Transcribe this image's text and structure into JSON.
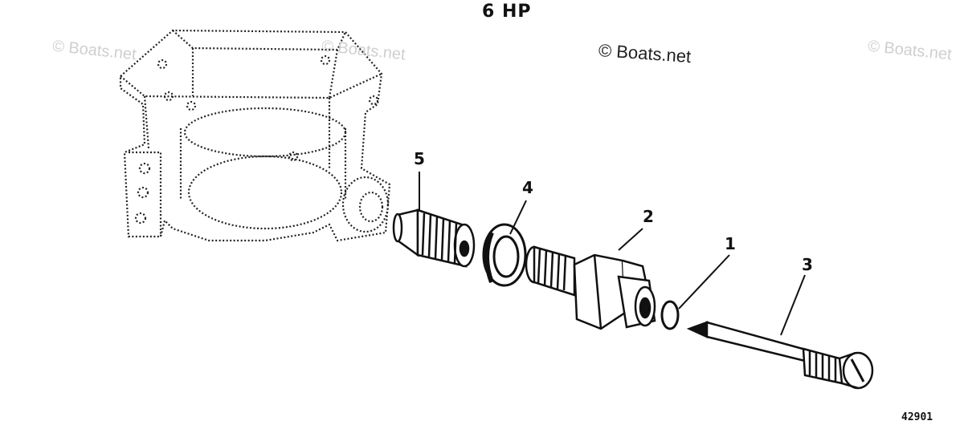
{
  "title": "6 HP",
  "watermarks": [
    "© Boats.net",
    "© Boats.net",
    "© Boats.net",
    "© Boats.net"
  ],
  "callouts": {
    "c1": "1",
    "c2": "2",
    "c3": "3",
    "c4": "4",
    "c5": "5"
  },
  "drawing_number": "42901"
}
